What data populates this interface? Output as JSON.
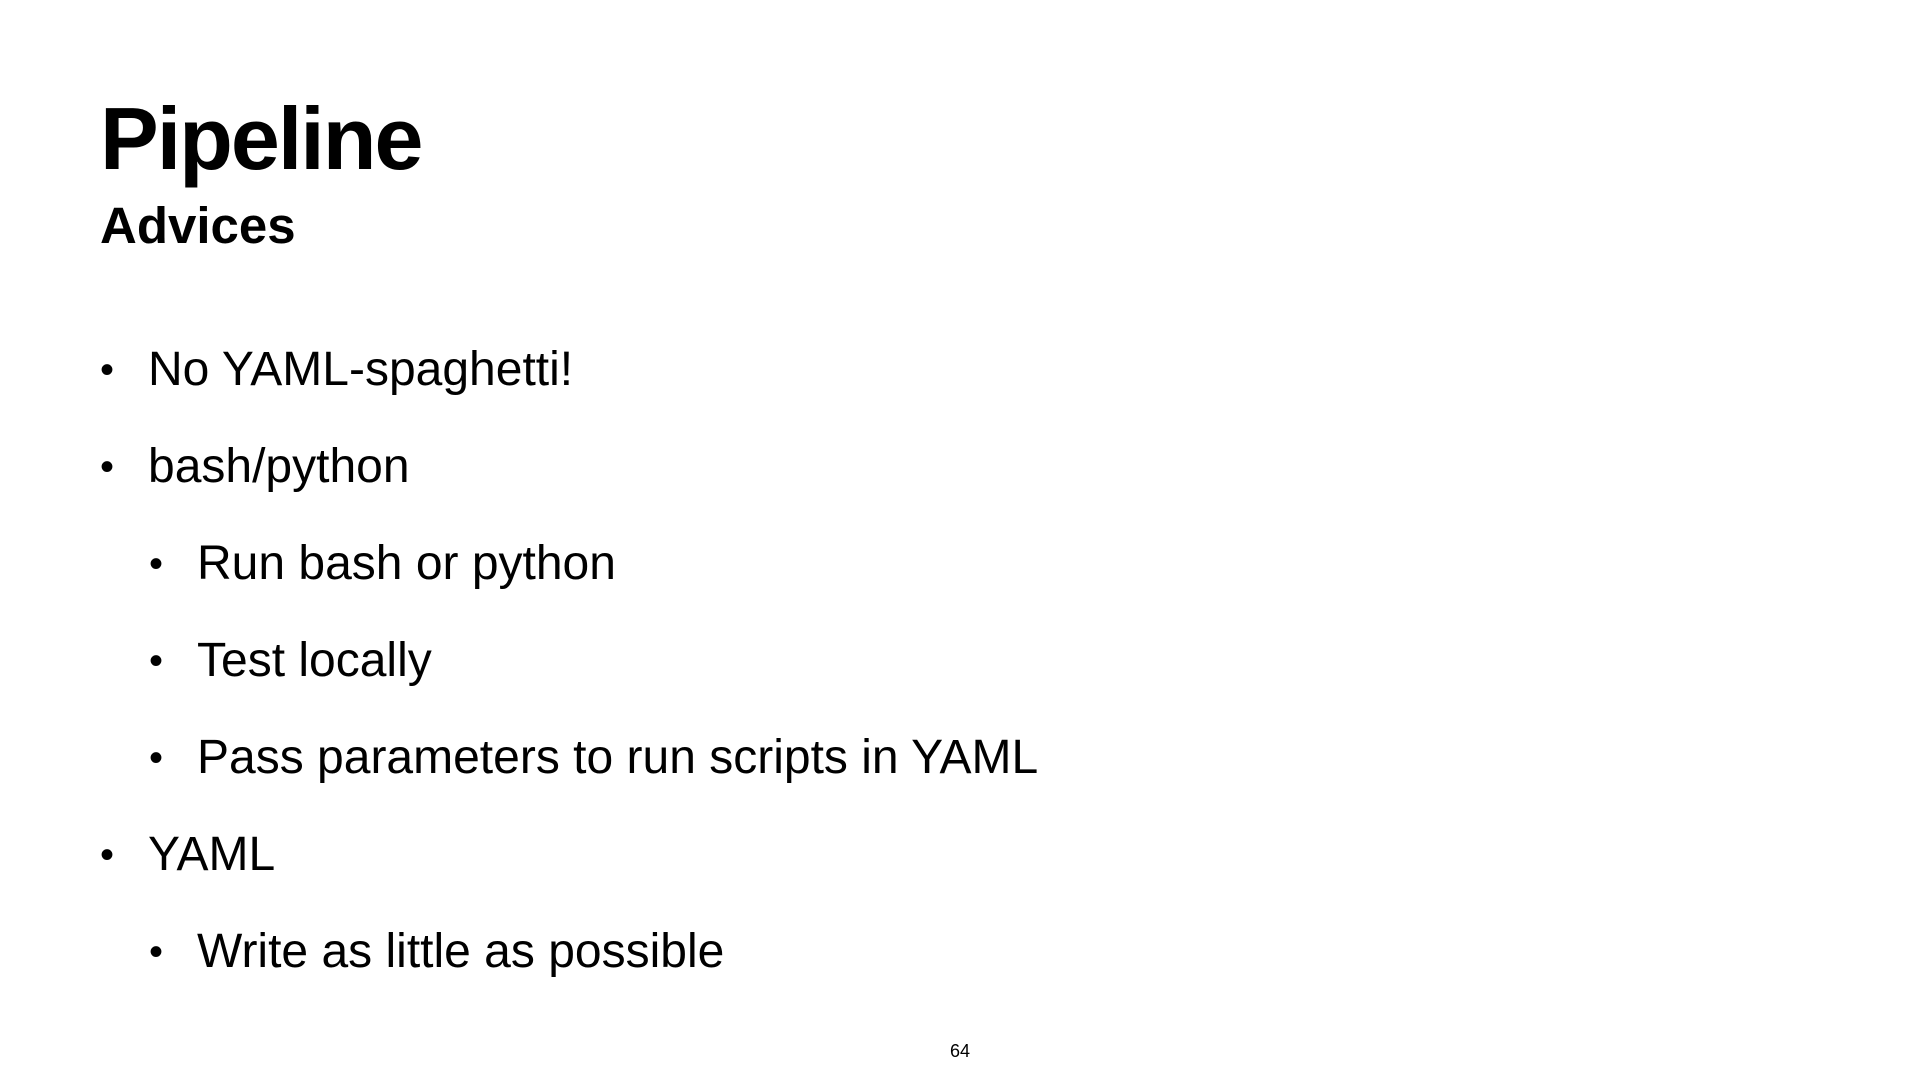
{
  "slide": {
    "title": "Pipeline",
    "subtitle": "Advices",
    "bullets": [
      {
        "text": "No YAML-spaghetti!",
        "level": 1
      },
      {
        "text": "bash/python",
        "level": 1
      },
      {
        "text": "Run bash or python",
        "level": 2
      },
      {
        "text": "Test locally",
        "level": 2
      },
      {
        "text": "Pass parameters to run scripts in YAML",
        "level": 2
      },
      {
        "text": "YAML",
        "level": 1
      },
      {
        "text": "Write as little as possible",
        "level": 2
      }
    ],
    "bullet_glyph": "•",
    "page_number": "64"
  }
}
